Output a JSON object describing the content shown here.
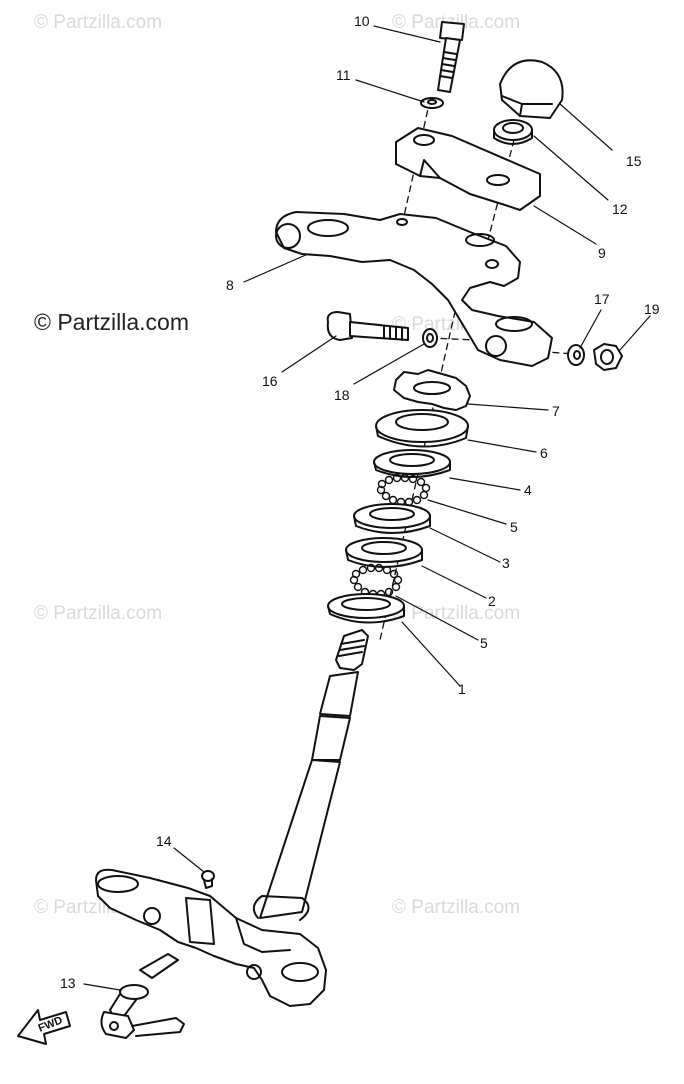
{
  "watermarks": {
    "faint": "© Partzilla.com",
    "main": "© Partzilla.com"
  },
  "callouts": {
    "c10": "10",
    "c11": "11",
    "c15": "15",
    "c12": "12",
    "c9": "9",
    "c8": "8",
    "c16": "16",
    "c18": "18",
    "c17": "17",
    "c19": "19",
    "c7": "7",
    "c6": "6",
    "c4": "4",
    "c5a": "5",
    "c3": "3",
    "c2": "2",
    "c5b": "5",
    "c1": "1",
    "c14": "14",
    "c13": "13"
  },
  "direction_arrow": {
    "text": "FWD"
  },
  "colors": {
    "line": "#111111",
    "watermark": "#d9d9d9",
    "background": "#ffffff"
  }
}
